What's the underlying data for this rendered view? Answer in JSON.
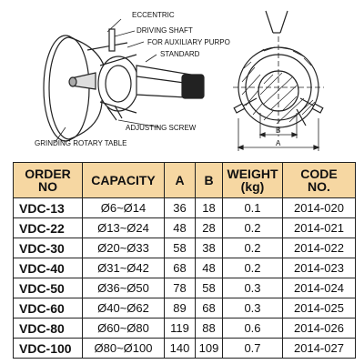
{
  "drawing": {
    "callouts": {
      "eccentric": "ECCENTRIC",
      "driving_shaft": "DRIVING SHAFT",
      "auxiliary": "FOR AUXILIARY PURPO",
      "standard": "STANDARD",
      "adjusting_screw": "ADJUSTING SCREW",
      "rotary_table": "GRINDING ROTARY TABLE"
    },
    "dims": {
      "b": "B",
      "a": "A"
    }
  },
  "table": {
    "headers": {
      "order_l1": "ORDER",
      "order_l2": "NO",
      "capacity": "CAPACITY",
      "a": "A",
      "b": "B",
      "weight_l1": "WEIGHT",
      "weight_l2": "(kg)",
      "code_l1": "CODE",
      "code_l2": "NO."
    },
    "rows": [
      {
        "order": "VDC-13",
        "capacity": "Ø6~Ø14",
        "a": "36",
        "b": "18",
        "weight": "0.1",
        "code": "2014-020"
      },
      {
        "order": "VDC-22",
        "capacity": "Ø13~Ø24",
        "a": "48",
        "b": "28",
        "weight": "0.2",
        "code": "2014-021"
      },
      {
        "order": "VDC-30",
        "capacity": "Ø20~Ø33",
        "a": "58",
        "b": "38",
        "weight": "0.2",
        "code": "2014-022"
      },
      {
        "order": "VDC-40",
        "capacity": "Ø31~Ø42",
        "a": "68",
        "b": "48",
        "weight": "0.2",
        "code": "2014-023"
      },
      {
        "order": "VDC-50",
        "capacity": "Ø36~Ø50",
        "a": "78",
        "b": "58",
        "weight": "0.3",
        "code": "2014-024"
      },
      {
        "order": "VDC-60",
        "capacity": "Ø40~Ø62",
        "a": "89",
        "b": "68",
        "weight": "0.3",
        "code": "2014-025"
      },
      {
        "order": "VDC-80",
        "capacity": "Ø60~Ø80",
        "a": "119",
        "b": "88",
        "weight": "0.6",
        "code": "2014-026"
      },
      {
        "order": "VDC-100",
        "capacity": "Ø80~Ø100",
        "a": "140",
        "b": "109",
        "weight": "0.7",
        "code": "2014-027"
      }
    ]
  }
}
